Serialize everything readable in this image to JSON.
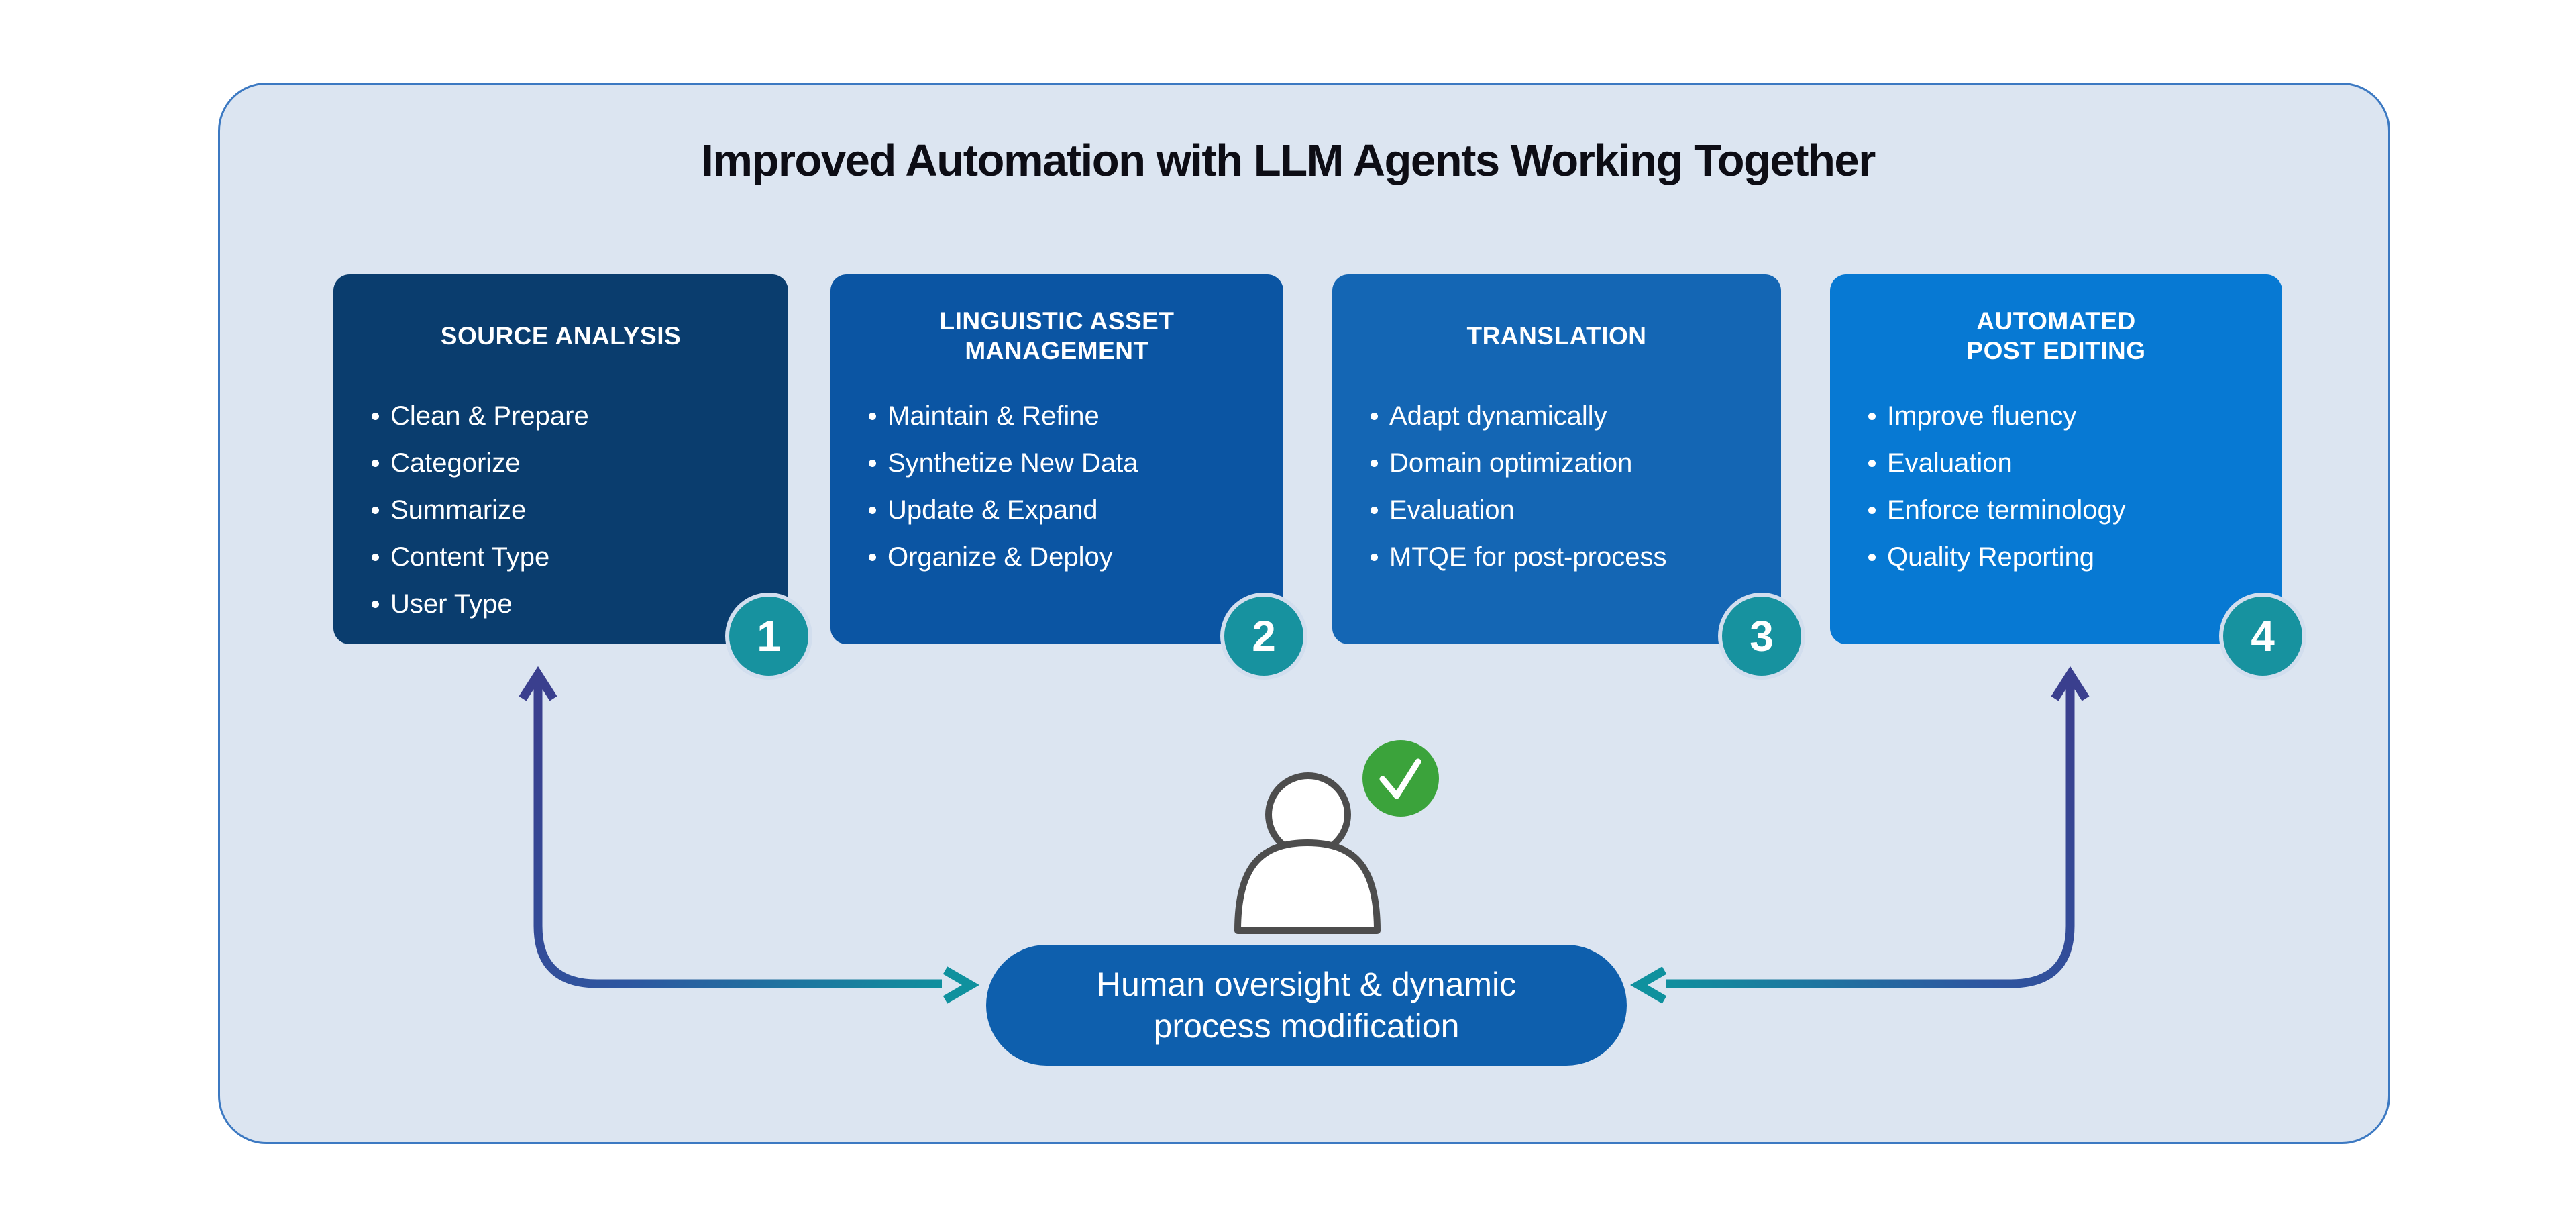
{
  "title": "Improved Automation with LLM Agents Working Together",
  "cards": [
    {
      "badge": "1",
      "title": "SOURCE ANALYSIS",
      "bullets": [
        "Clean & Prepare",
        "Categorize",
        "Summarize",
        "Content Type",
        "User Type"
      ],
      "color": "#0A3D6E"
    },
    {
      "badge": "2",
      "title": "LINGUISTIC ASSET\nMANAGEMENT",
      "bullets": [
        "Maintain & Refine",
        "Synthetize New Data",
        "Update & Expand",
        "Organize & Deploy"
      ],
      "color": "#0B55A3"
    },
    {
      "badge": "3",
      "title": "TRANSLATION",
      "bullets": [
        "Adapt dynamically",
        "Domain optimization",
        "Evaluation",
        "MTQE for post-process"
      ],
      "color": "#1466B4"
    },
    {
      "badge": "4",
      "title": "AUTOMATED\nPOST EDITING",
      "bullets": [
        "Improve fluency",
        "Evaluation",
        "Enforce terminology",
        "Quality Reporting"
      ],
      "color": "#0779D3"
    }
  ],
  "pill": {
    "label": "Human oversight & dynamic\nprocess modification",
    "color": "#0E5FAD"
  },
  "icons": {
    "person": "person-icon",
    "check": "check-icon",
    "arrows": [
      "feedback-arrow-left",
      "feedback-arrow-right"
    ]
  },
  "colors": {
    "page_bg": "#FFFFFF",
    "panel_bg": "#DCE5F1",
    "panel_border": "#3C79C2",
    "badge_bg": "#17929F",
    "badge_ring": "#D2DEEE",
    "arrow_indigo": "#3A3F8E",
    "arrow_mid": "#2E56A0",
    "arrow_teal": "#0F919E",
    "person_stroke": "#4D4D4D",
    "check_green": "#3BA33B",
    "title_color": "#0D0D15",
    "text_white": "#FFFFFF"
  }
}
